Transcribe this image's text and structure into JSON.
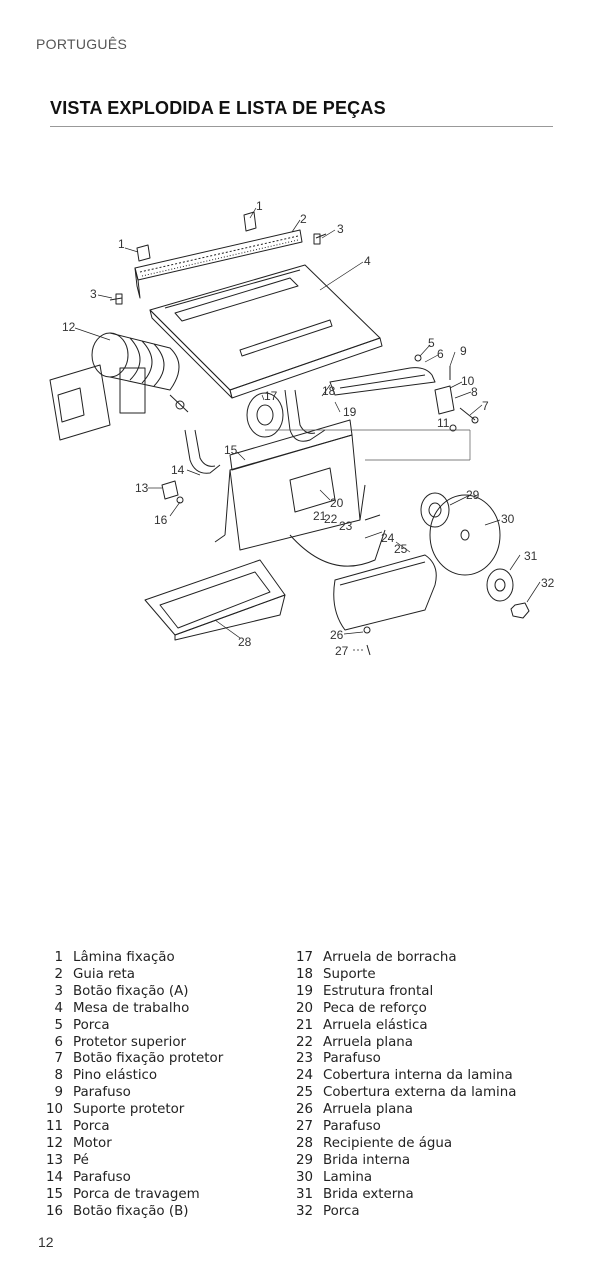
{
  "header": {
    "language": "PORTUGUÊS",
    "title": "VISTA EXPLODIDA E LISTA DE PEÇAS"
  },
  "diagram": {
    "callouts": [
      "1",
      "2",
      "3",
      "4",
      "5",
      "6",
      "7",
      "8",
      "9",
      "10",
      "11",
      "12",
      "13",
      "14",
      "15",
      "16",
      "17",
      "18",
      "19",
      "20",
      "21",
      "22",
      "23",
      "24",
      "25",
      "26",
      "27",
      "28",
      "29",
      "30",
      "31",
      "32"
    ]
  },
  "parts_left": [
    {
      "num": "1",
      "name": "Lâmina fixação"
    },
    {
      "num": "2",
      "name": "Guia reta"
    },
    {
      "num": "3",
      "name": "Botão fixação (A)"
    },
    {
      "num": "4",
      "name": "Mesa de trabalho"
    },
    {
      "num": "5",
      "name": "Porca"
    },
    {
      "num": "6",
      "name": "Protetor superior"
    },
    {
      "num": "7",
      "name": "Botão fixação protetor"
    },
    {
      "num": "8",
      "name": "Pino elástico"
    },
    {
      "num": "9",
      "name": "Parafuso"
    },
    {
      "num": "10",
      "name": "Suporte protetor"
    },
    {
      "num": "11",
      "name": "Porca"
    },
    {
      "num": "12",
      "name": "Motor"
    },
    {
      "num": "13",
      "name": "Pé"
    },
    {
      "num": "14",
      "name": "Parafuso"
    },
    {
      "num": "15",
      "name": "Porca de travagem"
    },
    {
      "num": "16",
      "name": "Botão fixação (B)"
    }
  ],
  "parts_right": [
    {
      "num": "17",
      "name": "Arruela de borracha"
    },
    {
      "num": "18",
      "name": "Suporte"
    },
    {
      "num": "19",
      "name": "Estrutura frontal"
    },
    {
      "num": "20",
      "name": "Peca de reforço"
    },
    {
      "num": "21",
      "name": "Arruela elástica"
    },
    {
      "num": "22",
      "name": "Arruela plana"
    },
    {
      "num": "23",
      "name": "Parafuso"
    },
    {
      "num": "24",
      "name": "Cobertura interna da lamina"
    },
    {
      "num": "25",
      "name": "Cobertura externa da lamina"
    },
    {
      "num": "26",
      "name": "Arruela plana"
    },
    {
      "num": "27",
      "name": "Parafuso"
    },
    {
      "num": "28",
      "name": "Recipiente de água"
    },
    {
      "num": "29",
      "name": "Brida interna"
    },
    {
      "num": "30",
      "name": "Lamina"
    },
    {
      "num": "31",
      "name": "Brida externa"
    },
    {
      "num": "32",
      "name": "Porca"
    }
  ],
  "footer": {
    "page_number": "12"
  }
}
